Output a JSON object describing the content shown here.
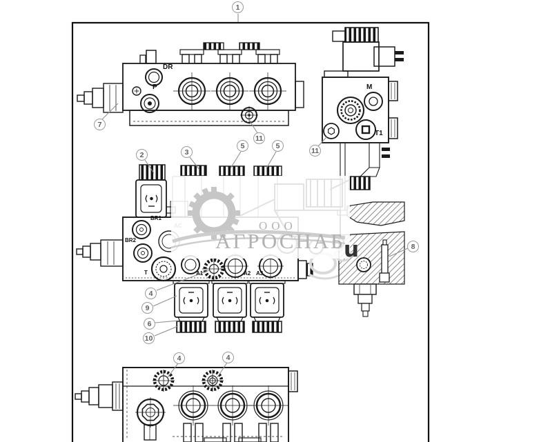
{
  "colors": {
    "background": "#ffffff",
    "line": "#1a1a1a",
    "frame": "#111111",
    "callout_border": "#9a9a9a",
    "callout_text": "#5f5f5f",
    "leader_line": "#8f8f8f",
    "label_text": "#111111",
    "watermark_text": "#b3b3b3",
    "watermark_gear": "#c6c6c6",
    "watermark_sketch": "#e2e2e2",
    "stray_letter_color": "#333333"
  },
  "callouts": [
    {
      "label": "1"
    },
    {
      "label": "7"
    },
    {
      "label": "11"
    },
    {
      "label": "2"
    },
    {
      "label": "3"
    },
    {
      "label": "5"
    },
    {
      "label": "5"
    },
    {
      "label": "11"
    },
    {
      "label": "4"
    },
    {
      "label": "9"
    },
    {
      "label": "6"
    },
    {
      "label": "10"
    },
    {
      "label": "8"
    },
    {
      "label": "4"
    },
    {
      "label": "4"
    }
  ],
  "port_labels": [
    {
      "text": "DR"
    },
    {
      "text": "P"
    },
    {
      "text": "M"
    },
    {
      "text": "T1"
    },
    {
      "text": "BR1"
    },
    {
      "text": "BR2"
    },
    {
      "text": "AC"
    },
    {
      "text": "T"
    },
    {
      "text": "A1"
    },
    {
      "text": "A2"
    },
    {
      "text": "A3"
    }
  ],
  "watermark": {
    "prefix": "ООО",
    "name": "АГРОСНАБ",
    "stray_letter": "u"
  }
}
